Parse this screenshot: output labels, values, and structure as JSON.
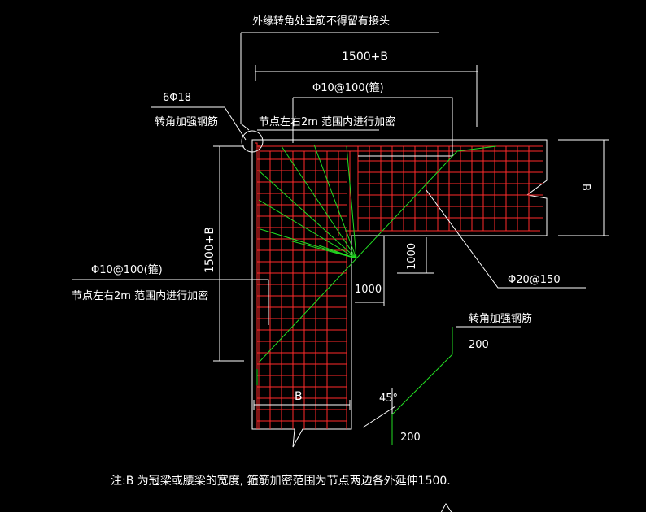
{
  "labels": {
    "top_note": "外缘转角处主筋不得留有接头",
    "dim_top": "1500+B",
    "stirrup_top": "Φ10@100(箍)",
    "rebar_count": "6Φ18",
    "corner_bar_top": "转角加强钢筋",
    "dense_top": "节点左右2m 范围内进行加密",
    "dim_left": "1500+B",
    "stirrup_left": "Φ10@100(箍)",
    "dense_left": "节点左右2m 范围内进行加密",
    "dim_1000_v": "1000",
    "dim_1000_h": "1000",
    "main_bar": "Φ20@150",
    "corner_bar_detail": "转角加强钢筋",
    "dim_200_a": "200",
    "angle": "45°",
    "dim_200_b": "200",
    "dim_b_right": "B",
    "dim_b_bottom": "B",
    "note": "注:B 为冠梁或腰梁的宽度, 箍筋加密范围为节点两边各外延伸1500."
  },
  "colors": {
    "background": "#000000",
    "rebar": "#ff2a2a",
    "corner_bar": "#22dd22",
    "lines": "#ffffff"
  }
}
